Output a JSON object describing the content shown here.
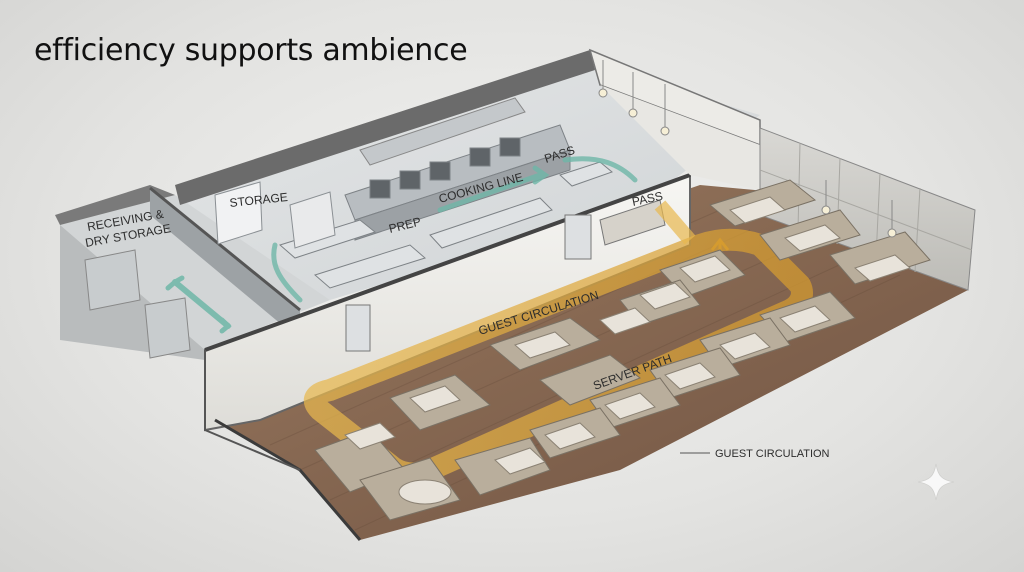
{
  "title": "efficiency supports ambience",
  "labels": {
    "receiving_line1": "RECEIVING &",
    "receiving_line2": "DRY STORAGE",
    "storage": "STORAGE",
    "prep": "PREP",
    "cooking_line": "COOKING LINE",
    "pass_top": "PASS",
    "pass_side": "PASS",
    "guest_circulation_inner": "GUEST CIRCULATION",
    "server_path": "SERVER PATH",
    "guest_circulation_callout": "GUEST CIRCULATION"
  },
  "colors": {
    "floor_wood": "#8a6a52",
    "server_path": "#d9a441",
    "guest_flow": "#6fb7a8",
    "booth": "#b9ae9c",
    "wall": "#f1f0ec",
    "steel": "#c9cdd0"
  },
  "icons": {
    "sparkle": "sparkle-icon"
  }
}
